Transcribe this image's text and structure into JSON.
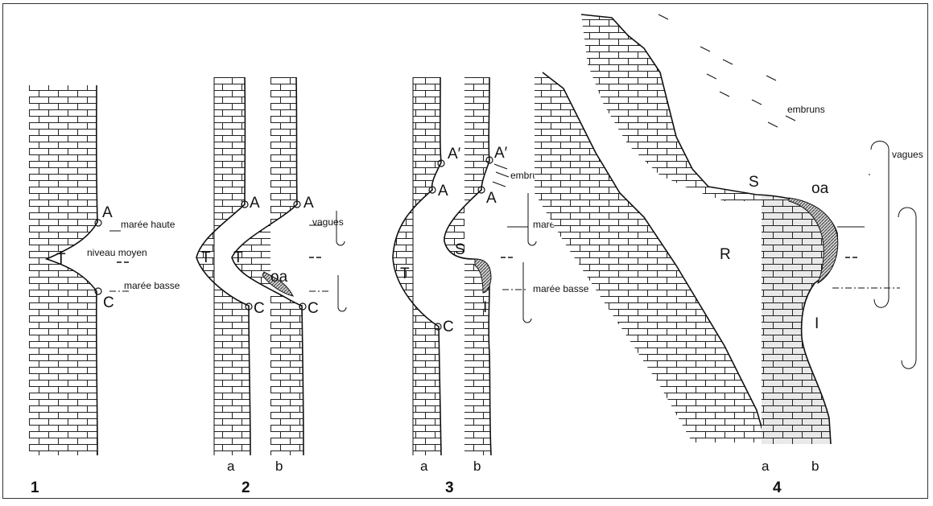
{
  "panel_numbers": [
    "1",
    "2",
    "3",
    "4"
  ],
  "sub_labels": [
    "a",
    "b"
  ],
  "point_labels": {
    "A": "A",
    "A_prime": "A′",
    "C": "C",
    "T": "T",
    "S": "S",
    "I": "I",
    "R": "R",
    "oa": "oa"
  },
  "annotations": {
    "maree_haute": "marée haute",
    "niveau_moyen": "niveau moyen",
    "maree_basse": "marée basse",
    "vagues": "vagues",
    "embruns": "embruns"
  }
}
